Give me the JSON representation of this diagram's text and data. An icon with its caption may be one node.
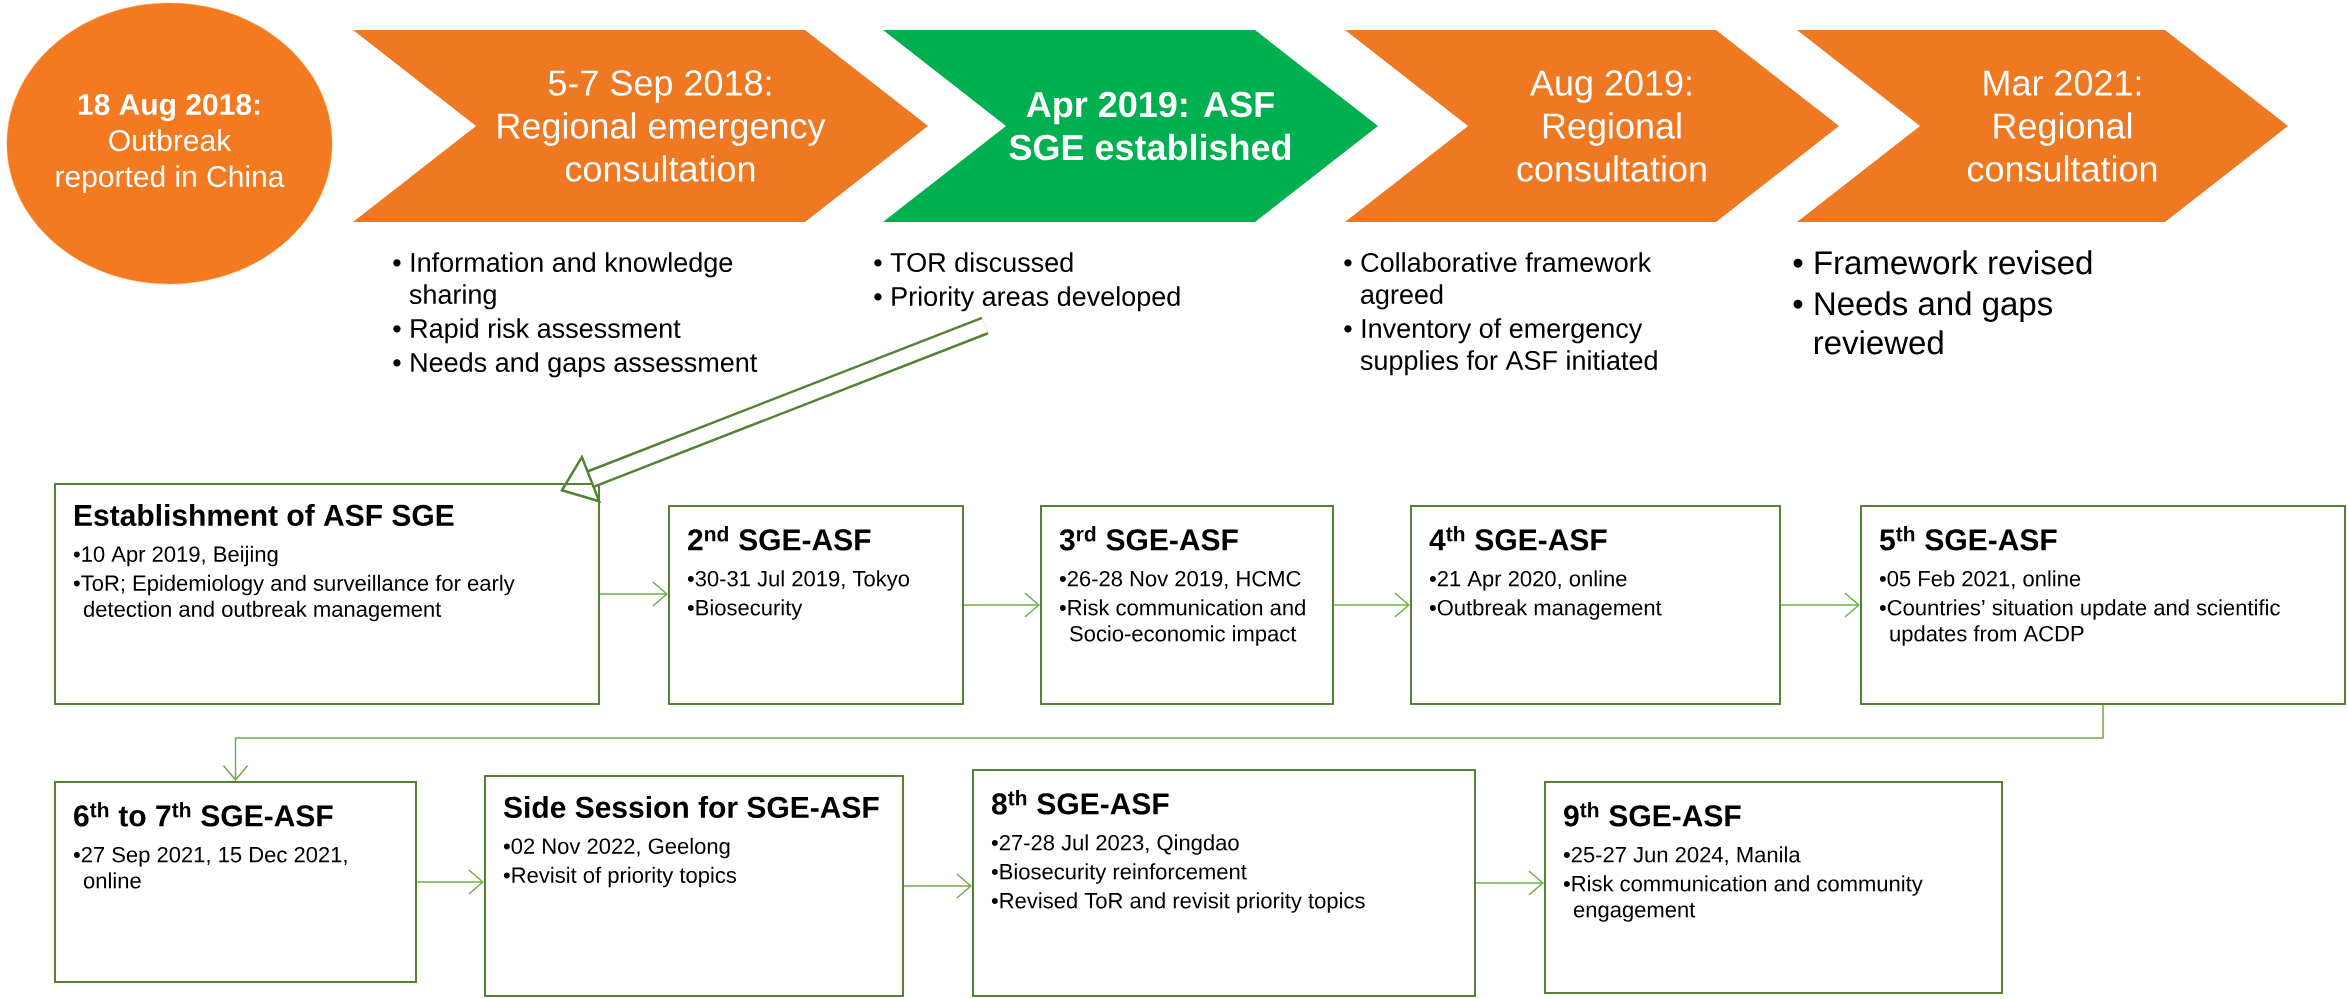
{
  "diagram": {
    "nodes": [
      {
        "text": [
          "18 Aug 2018:",
          "Outbreak reported in China"
        ]
      },
      {
        "text": [
          "5-7 Sep 2018:",
          "Regional emergency consultation"
        ],
        "beside": [
          "• Information and knowledge sharing",
          "• Rapid risk assessment",
          "• Needs and gaps assessment"
        ]
      },
      {
        "text": [
          "Apr 2019: ASF SGE established"
        ],
        "beside": [
          "• TOR discussed",
          "• Priority areas developed"
        ]
      },
      {
        "text": [
          "Aug 2019:",
          "Regional consultation"
        ],
        "beside": [
          "• Collaborative framework agreed",
          "• Inventory of emergency supplies for ASF initiated"
        ]
      },
      {
        "text": [
          "Mar 2021:",
          "Regional consultation"
        ],
        "beside": [
          "• Framework revised",
          "• Needs and gaps reviewed"
        ]
      },
      {
        "text": [
          "Establishment of ASF SGE",
          "•10 Apr 2019, Beijing",
          "•ToR; Epidemiology and surveillance for early detection and outbreak management"
        ]
      },
      {
        "text": [
          "2$^{nd}$ SGE-ASF",
          "•30-31 Jul 2019, Tokyo",
          "•Biosecurity"
        ]
      },
      {
        "text": [
          "3$^{rd}$ SGE-ASF",
          "•26-28 Nov 2019, HCMC",
          "•Risk communication and Socio-economic impact"
        ]
      },
      {
        "text": [
          "4$^{th}$ SGE-ASF",
          "•21 Apr 2020, online",
          "•Outbreak management"
        ]
      },
      {
        "text": [
          "5$^{th}$ SGE-ASF",
          "•05 Feb 2021, online",
          "•Countries’ situation update and scientific updates from ACDP"
        ]
      },
      {
        "text": [
          "6$^{th}$ to 7$^{th}$ SGE-ASF",
          "•27 Sep 2021, 15 Dec 2021, online"
        ]
      },
      {
        "text": [
          "Side Session for SGE-ASF",
          "•02 Nov 2022, Geelong",
          "•Revisit of priority topics"
        ]
      },
      {
        "text": [
          "8$^{th}$ SGE-ASF",
          "•27-28 Jul 2023, Qingdao",
          "•Biosecurity reinforcement",
          "•Revised ToR and revisit priority topics"
        ]
      },
      {
        "text": [
          "9$^{th}$ SGE-ASF",
          "•25-27 Jun 2024, Manila",
          "•Risk communication and community engagement"
        ]
      }
    ],
    "edges": [
      {
        "from": 2,
        "to": 5,
        "arrow": "to",
        "style": "thick",
        "color": "#548235"
      },
      {
        "from": 5,
        "to": 6,
        "arrow": "to"
      },
      {
        "from": 6,
        "to": 7,
        "arrow": "to"
      },
      {
        "from": 7,
        "to": 8,
        "arrow": "to"
      },
      {
        "from": 8,
        "to": 9,
        "arrow": "to"
      },
      {
        "from": 9,
        "to": 10,
        "arrow": "to"
      },
      {
        "from": 10,
        "to": 11,
        "arrow": "to"
      },
      {
        "from": 11,
        "to": 12,
        "arrow": "to"
      },
      {
        "from": 12,
        "to": 13,
        "arrow": "to"
      }
    ]
  }
}
